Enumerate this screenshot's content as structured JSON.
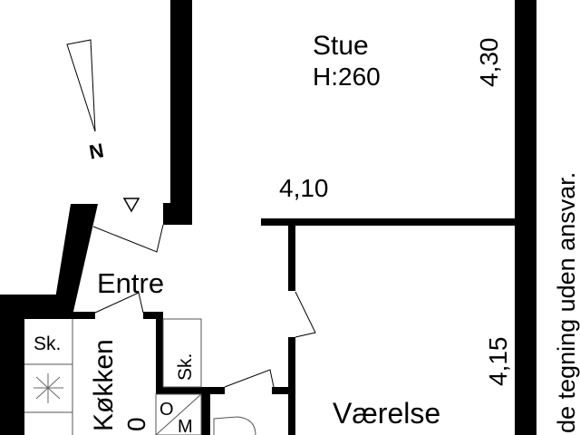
{
  "colors": {
    "wall": "#000000",
    "background": "#ffffff"
  },
  "compass": {
    "north_label": "N",
    "icon": "north-arrow-icon"
  },
  "rooms": {
    "stue": {
      "name": "Stue",
      "height": "H:260",
      "width_dim": "4,10",
      "length_dim": "4,30"
    },
    "entre": {
      "name": "Entre"
    },
    "vaerelse": {
      "name": "Værelse",
      "length_dim": "4,15"
    },
    "koekken": {
      "name": "Køkken",
      "partial_dim": "0"
    },
    "closet_kitchen": {
      "label": "Sk."
    },
    "closet_hall": {
      "label": "Sk."
    },
    "laundry": {
      "label_top": "O",
      "label_bottom": "M"
    }
  },
  "disclaimer": "de tegning uden ansvar."
}
